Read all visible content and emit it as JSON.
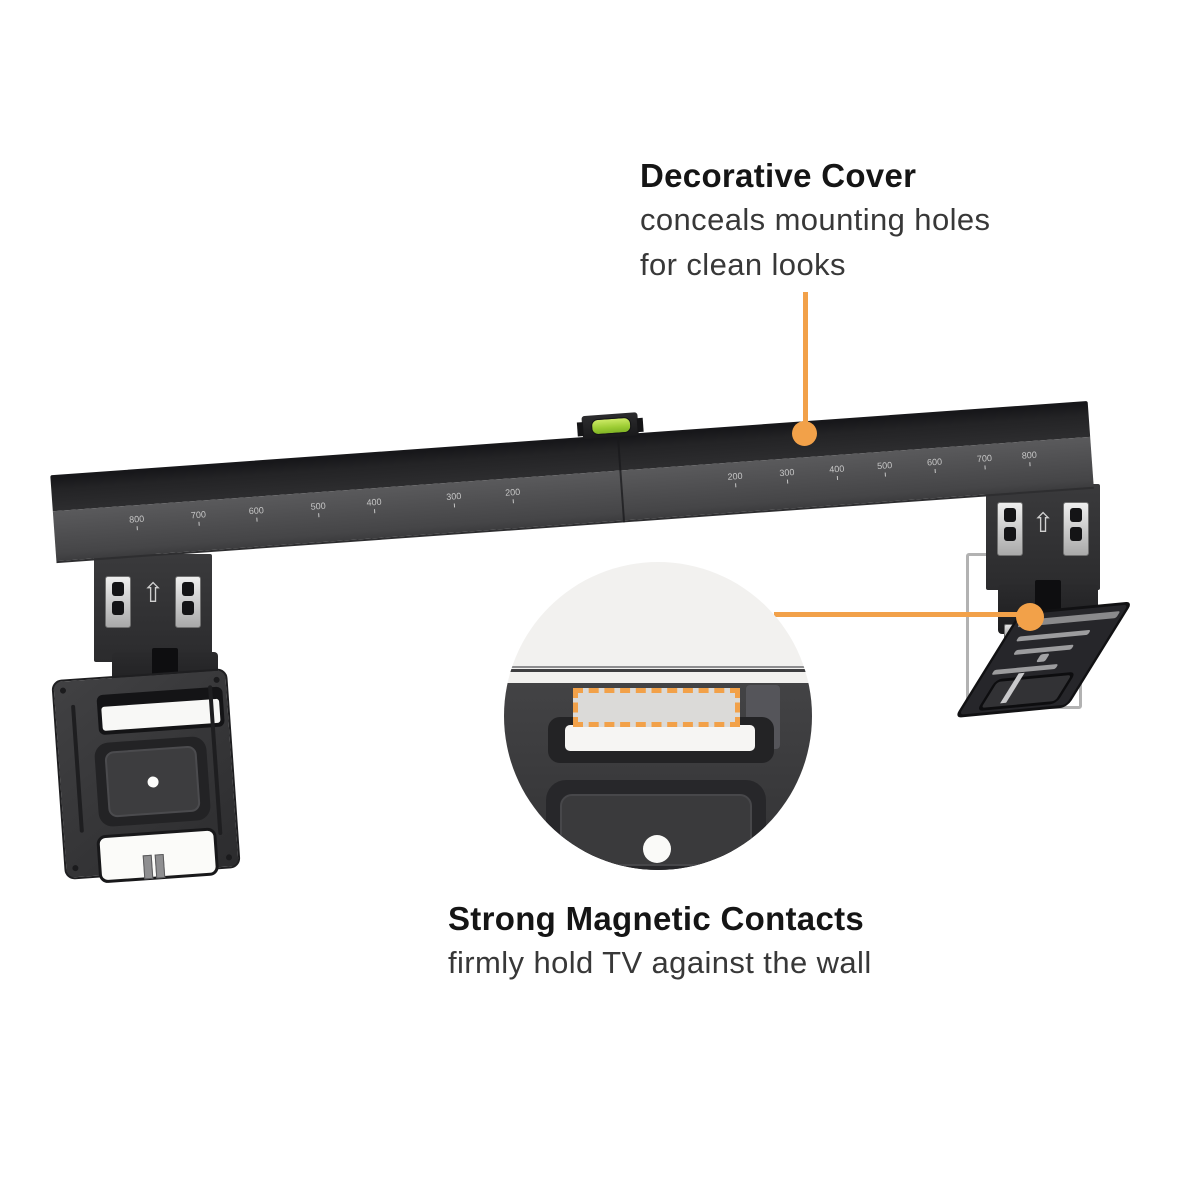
{
  "annotations": {
    "decorative_cover": {
      "title": "Decorative Cover",
      "line1": "conceals mounting holes",
      "line2": "for clean looks"
    },
    "magnetic_contacts": {
      "title": "Strong Magnetic Contacts",
      "line1": "firmly hold TV against the wall"
    }
  },
  "rail": {
    "scale_left": [
      "800",
      "700",
      "600",
      "500",
      "400",
      "300",
      "200"
    ],
    "scale_right": [
      "200",
      "300",
      "400",
      "500",
      "600",
      "700",
      "800"
    ]
  },
  "icons": {
    "up_arrow": "⇧"
  },
  "colors": {
    "accent_orange": "#F2A149",
    "level_green": "#9CCC33",
    "rail_dark": "#232325",
    "rail_face": "#4B4B4D",
    "background": "#FFFFFF"
  }
}
